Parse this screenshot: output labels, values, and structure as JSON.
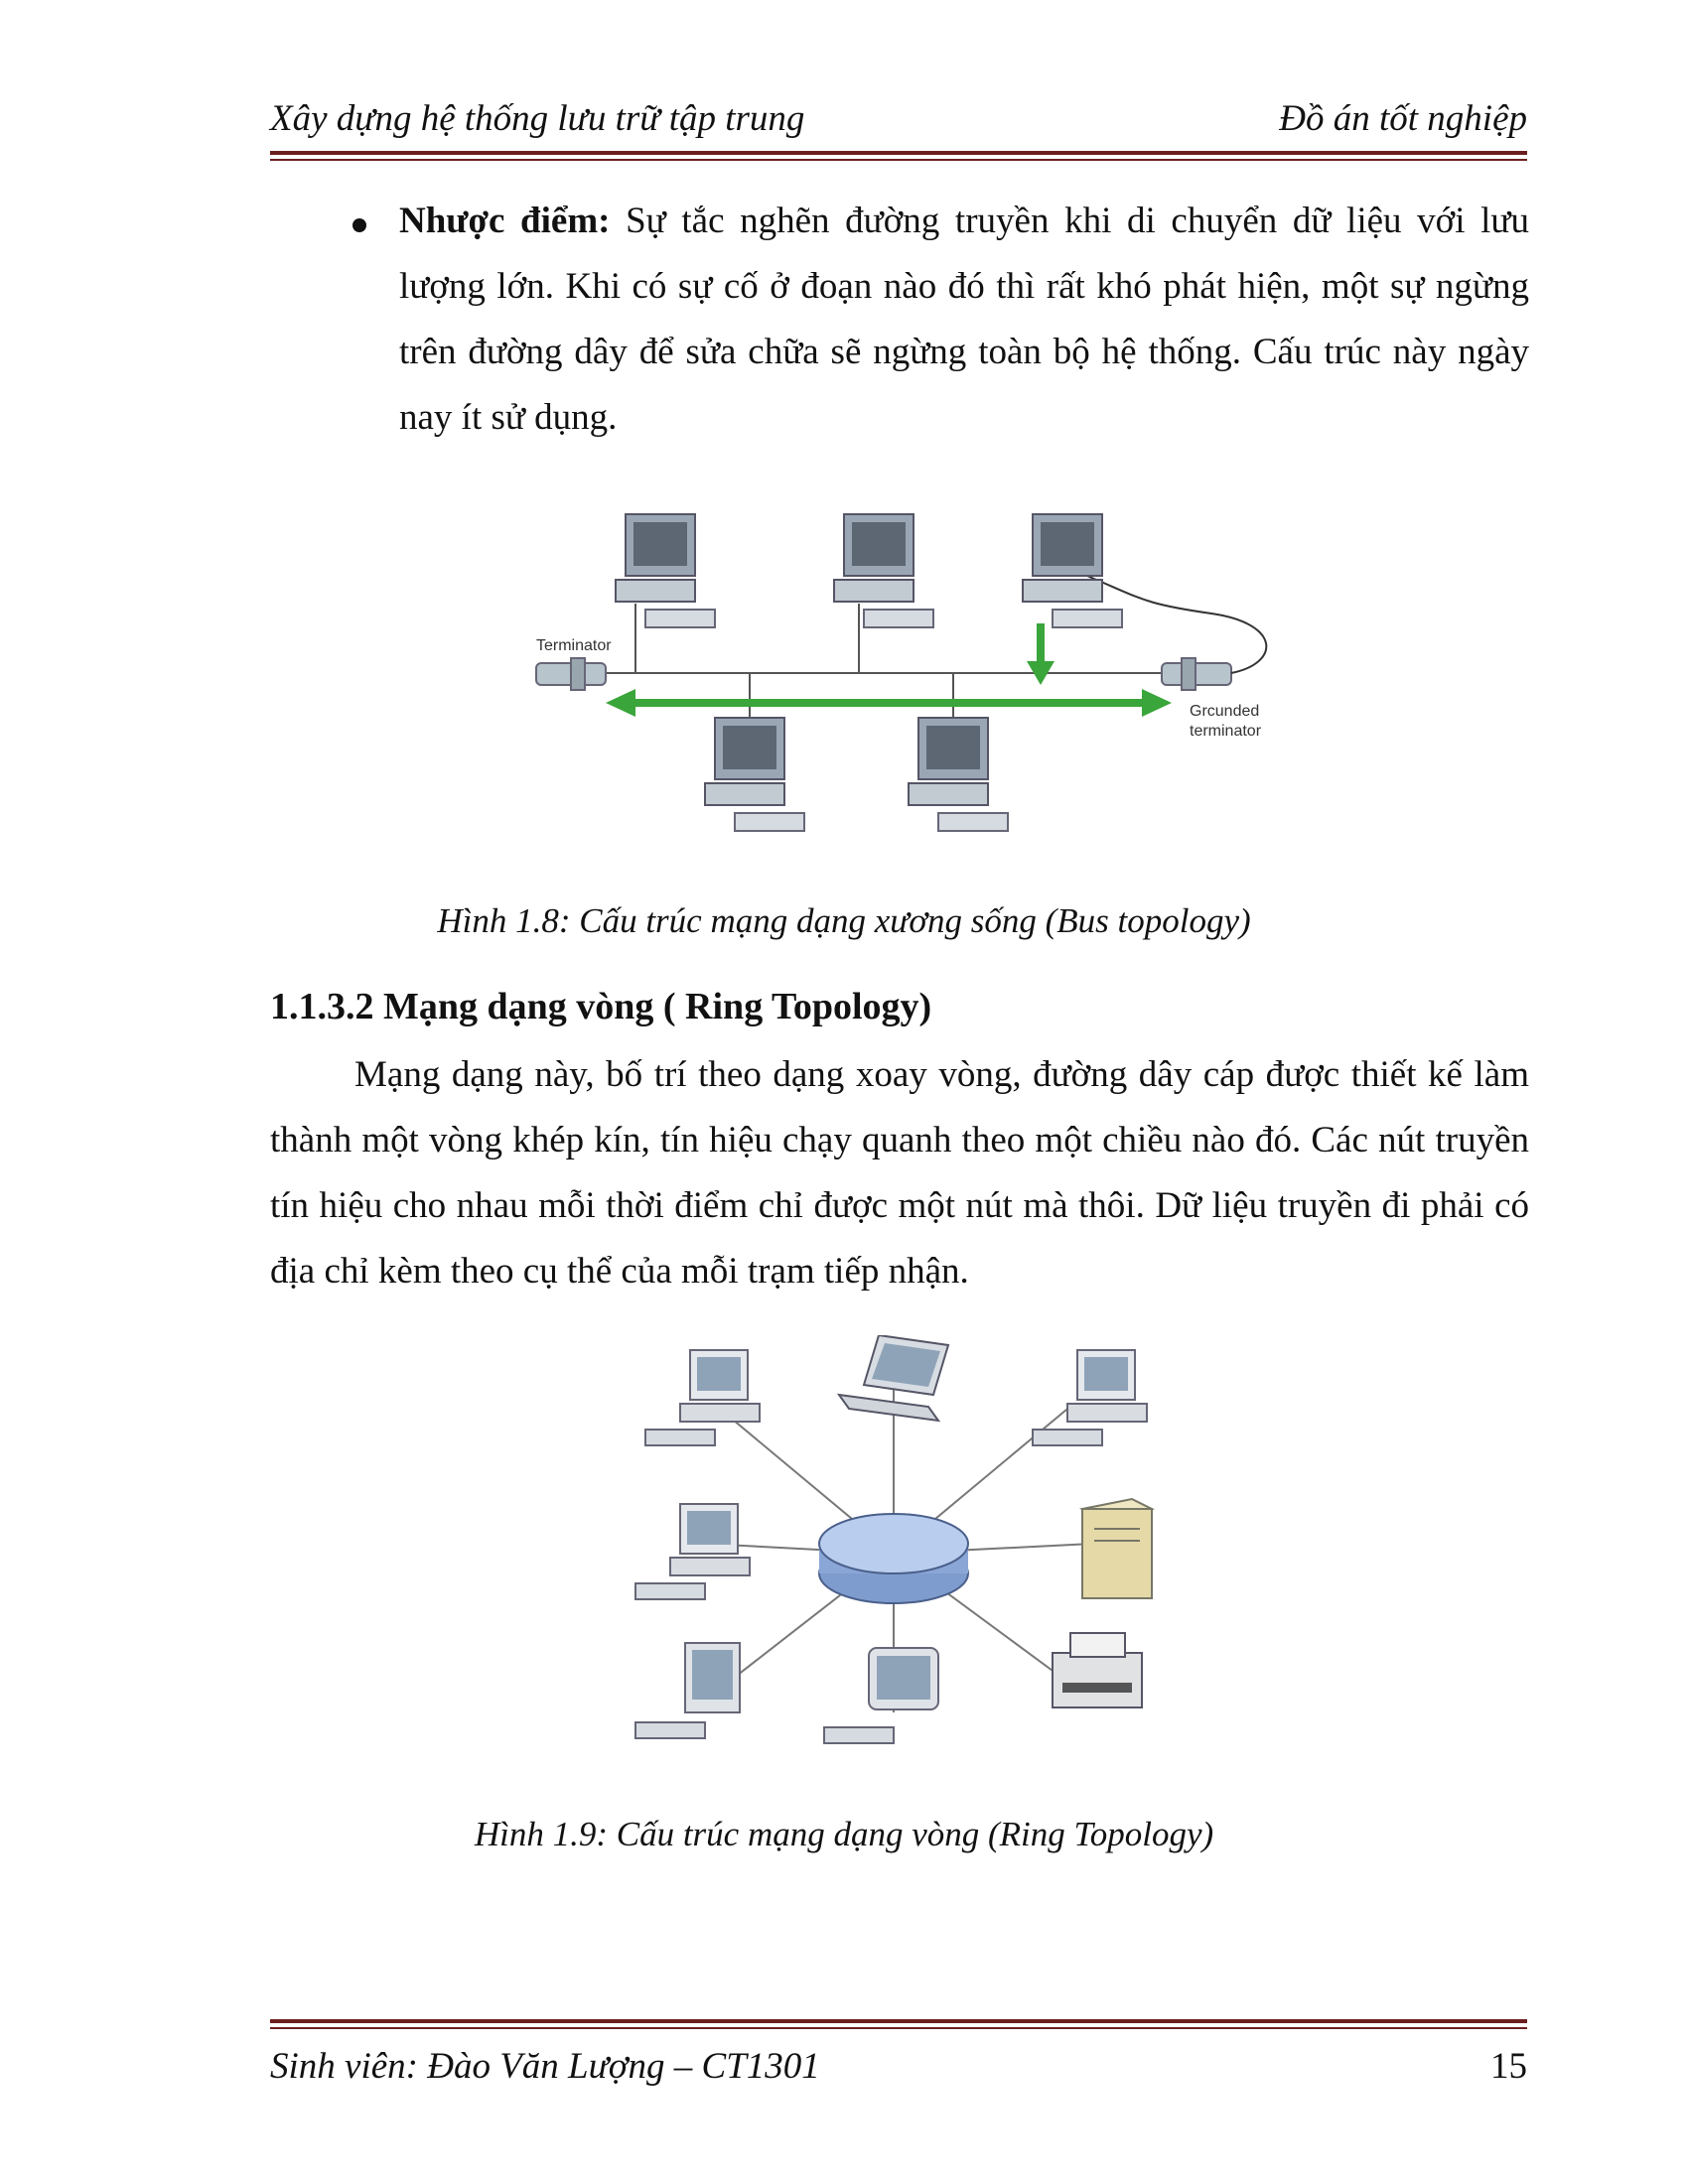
{
  "header": {
    "left": "Xây dựng hệ thống lưu trữ tập trung",
    "right": "Đồ án tốt nghiệp"
  },
  "bullet": {
    "label": "Nhược điểm:",
    "text": " Sự tắc nghẽn đường truyền khi di chuyển dữ liệu với lưu lượng lớn. Khi có sự cố ở đoạn nào đó thì rất khó phát hiện, một sự ngừng trên đường dây để sửa chữa sẽ ngừng toàn bộ hệ thống. Cấu trúc này ngày nay ít sử dụng."
  },
  "figure1": {
    "label_terminator": "Terminator",
    "label_grounded_1": "Grcunded",
    "label_grounded_2": "terminator",
    "caption": "Hình 1.8: Cấu trúc mạng dạng xương sống (Bus topology)",
    "colors": {
      "arrow": "#3aa53a",
      "cable": "#555555"
    }
  },
  "section": {
    "title": "1.1.3.2 Mạng dạng vòng ( Ring Topology)",
    "paragraph": "Mạng dạng này, bố trí theo dạng xoay vòng, đường dây cáp được thiết kế làm thành một vòng khép kín, tín hiệu chạy quanh theo một chiều nào đó. Các nút truyền tín hiệu cho nhau mỗi thời điểm chỉ được một nút mà thôi. Dữ liệu truyền đi phải có địa chỉ kèm theo cụ thể của mỗi trạm tiếp nhận."
  },
  "figure2": {
    "caption": "Hình 1.9: Cấu trúc mạng dạng vòng (Ring Topology)",
    "colors": {
      "hub": "#9fb8e0",
      "lines": "#777777"
    }
  },
  "footer": {
    "left": "Sinh viên: Đào Văn Lượng – CT1301",
    "page": "15"
  }
}
